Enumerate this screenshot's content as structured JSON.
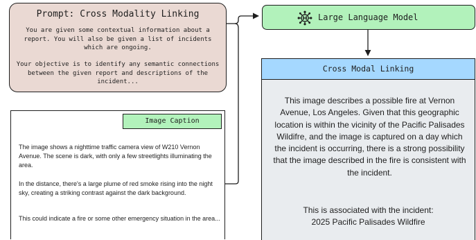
{
  "prompt": {
    "title": "Prompt: Cross Modality Linking",
    "paragraph1": "You are given some contextual information about a report.  You will also be given a list of incidents which are ongoing.",
    "paragraph2": "Your objective is to identify any semantic connections between the given report and descriptions of the incident..."
  },
  "caption": {
    "header": "Image Caption",
    "paragraphs": [
      "The image shows a nighttime traffic camera view of W210 Vernon Avenue. The scene is dark, with only a few streetlights illuminating the area.",
      "In the distance, there's a large plume of red smoke rising into the night sky, creating a striking contrast against the dark background.",
      "This could indicate a fire or some other emergency situation in the area..."
    ]
  },
  "llm": {
    "label": "Large Language Model",
    "icon": "neural-network-icon"
  },
  "cross_modal": {
    "header": "Cross Modal Linking",
    "body": "This image describes a possible fire at Vernon Avenue, Los Angeles.  Given that this geographic location is within the vicinity of the Pacific Palisades Wildifre, and the image is captured on a day which the incident is occurring, there is a strong possibility that the image described in the fire is consistent with the incident.",
    "association_line1": "This is associated with the incident:",
    "association_line2": "2025 Pacific Palisades Wildfire"
  },
  "colors": {
    "prompt_fill": "#ead9d3",
    "green_fill": "#b2f2bb",
    "blue_header": "#a5d8ff",
    "grey_fill": "#e9ecef",
    "stroke": "#1e1e1e"
  }
}
